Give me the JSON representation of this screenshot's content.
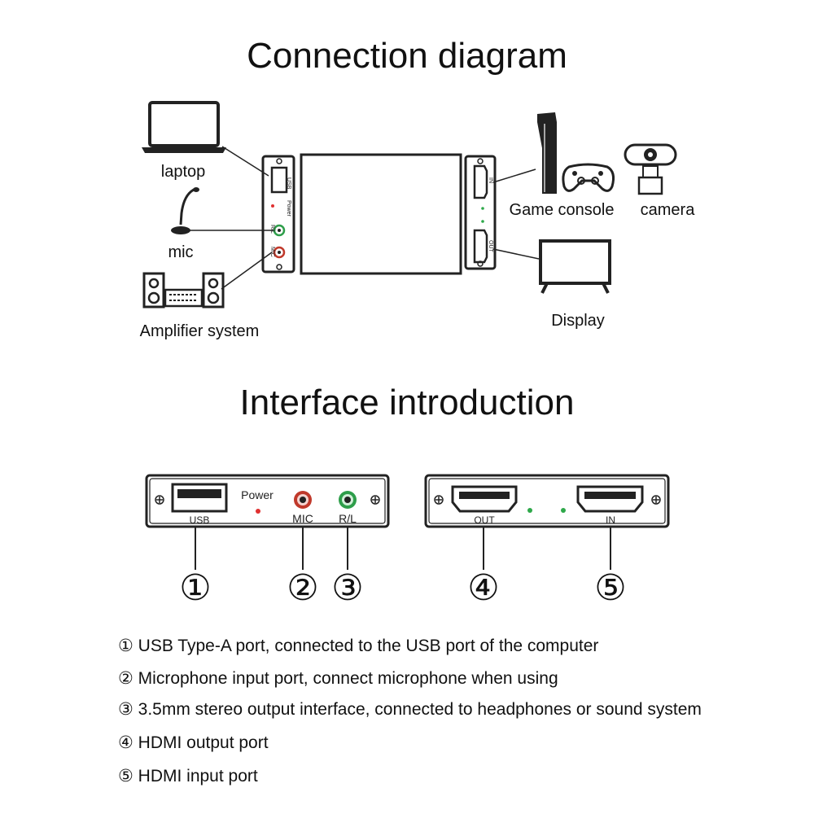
{
  "titles": {
    "connection": "Connection diagram",
    "interface": "Interface introduction"
  },
  "connection": {
    "devices": {
      "laptop": "laptop",
      "mic": "mic",
      "amplifier": "Amplifier system",
      "game_console": "Game console",
      "camera": "camera",
      "display": "Display"
    },
    "left_panel_labels": {
      "usb": "USB",
      "power": "Power",
      "rl": "R/L",
      "mic": "MIC"
    },
    "right_panel_labels": {
      "in": "IN",
      "out": "OUT"
    }
  },
  "interface": {
    "left_panel": {
      "usb": "USB",
      "power": "Power",
      "mic": "MIC",
      "rl": "R/L"
    },
    "right_panel": {
      "out": "OUT",
      "in": "IN"
    },
    "callouts": [
      "①",
      "②",
      "③",
      "④",
      "⑤"
    ],
    "descriptions": [
      "① USB Type-A port, connected to the USB port of the computer",
      "② Microphone input port, connect microphone when using",
      "③ 3.5mm stereo output interface, connected to headphones or sound system",
      "④ HDMI output port",
      "⑤ HDMI input port"
    ]
  },
  "colors": {
    "power_led": "#e03030",
    "status_led": "#2ea84a",
    "mic_jack": "#c0392b",
    "rl_jack": "#2e9e4a",
    "outline": "#222222"
  }
}
